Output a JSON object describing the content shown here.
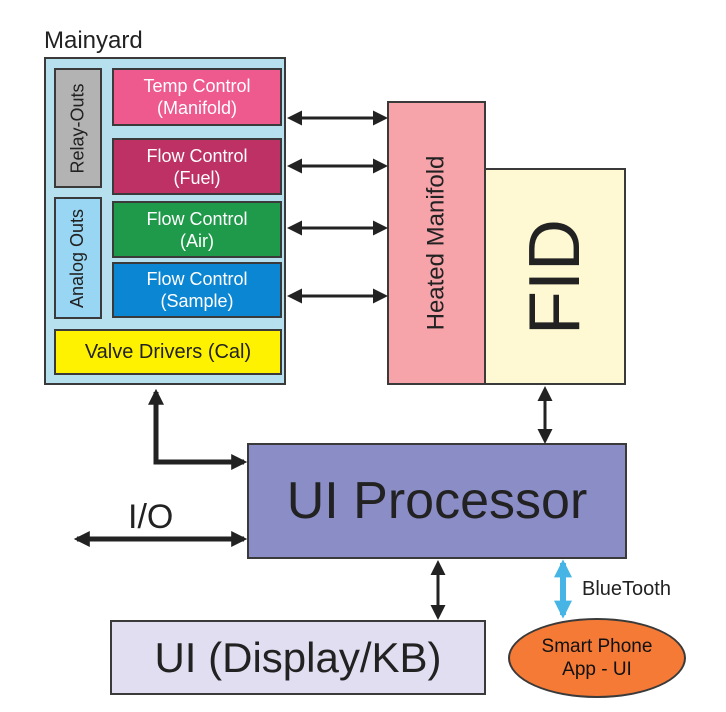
{
  "mainyard": {
    "title": "Mainyard",
    "relay_outs": "Relay-Outs",
    "analog_outs": "Analog Outs",
    "temp_control": "Temp Control\n(Manifold)",
    "flow_fuel": "Flow Control\n(Fuel)",
    "flow_air": "Flow Control\n(Air)",
    "flow_sample": "Flow Control\n(Sample)",
    "valve_drivers": "Valve Drivers (Cal)"
  },
  "heated_manifold": "Heated Manifold",
  "fid": "FID",
  "ui_processor": "UI Processor",
  "ui_display": "UI (Display/KB)",
  "smart_phone": "Smart Phone\nApp - UI",
  "io_label": "I/O",
  "bluetooth_label": "BlueTooth",
  "colors": {
    "mainyard": "#b7e0ee",
    "temp": "#ee5a8e",
    "fuel": "#bd3165",
    "air": "#1f9a4a",
    "sample": "#0b86d3",
    "valve": "#fff200",
    "manifold": "#f6a3aa",
    "fid": "#fef9d3",
    "processor": "#8a8dc6",
    "display": "#e1def1",
    "phone": "#f47a36",
    "bluetooth_arrow": "#46b5e6"
  }
}
